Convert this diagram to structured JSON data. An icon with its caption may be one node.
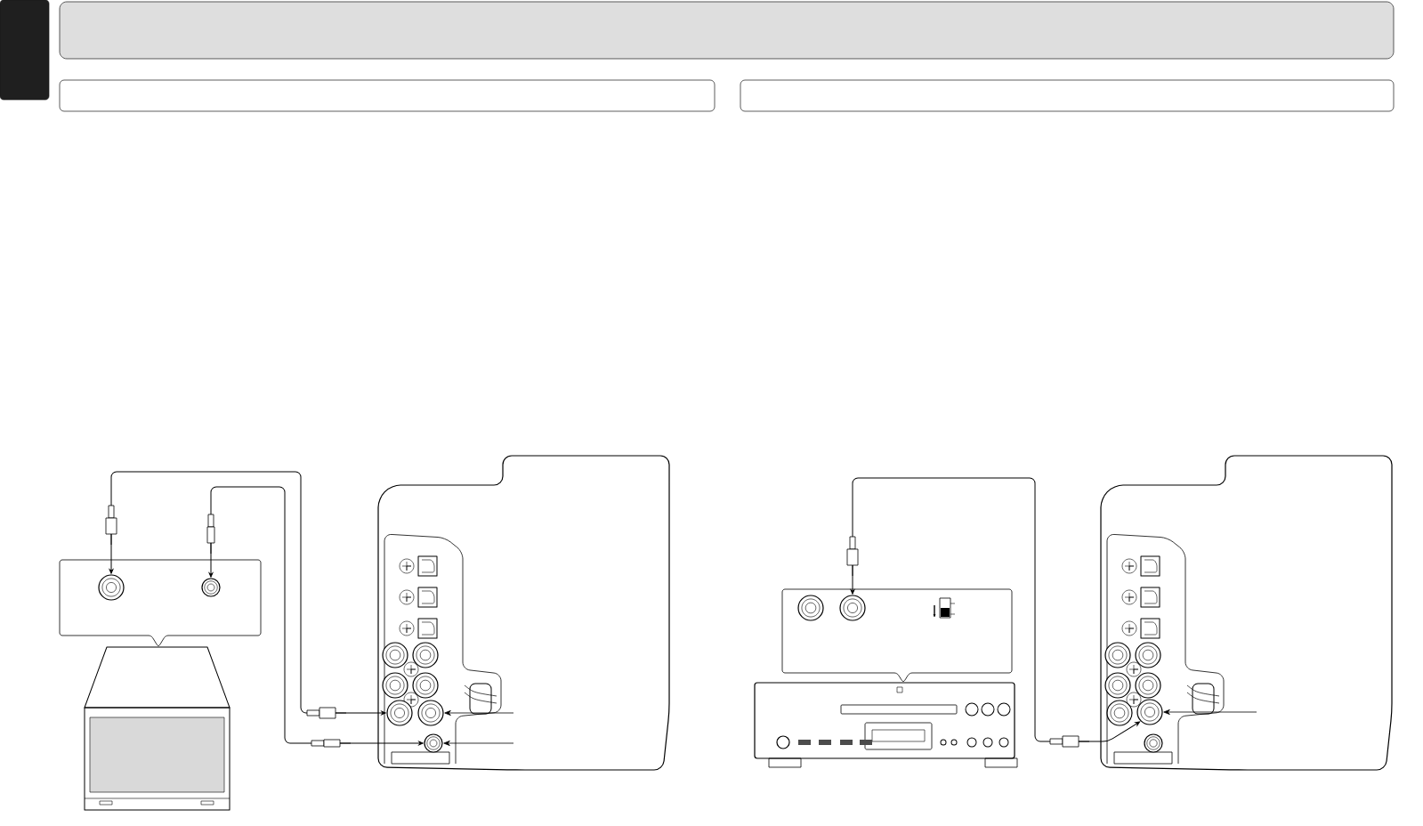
{
  "diagram": {
    "nodes": [
      {
        "text": [],
        "shape": "box"
      },
      {
        "text": [],
        "shape": "box"
      },
      {
        "text": [],
        "shape": "box"
      },
      {
        "text": [],
        "shape": "box"
      },
      {
        "text": [],
        "shape": "circle"
      },
      {
        "text": [],
        "shape": "circle"
      },
      {
        "text": [],
        "shape": "circle"
      },
      {
        "text": [],
        "shape": "circle"
      },
      {
        "text": [],
        "shape": "circle"
      },
      {
        "text": [],
        "shape": "circle"
      },
      {
        "text": [],
        "shape": "circle"
      }
    ],
    "edges": [
      {
        "from": 4,
        "to": 6,
        "arrow": "both"
      },
      {
        "from": 5,
        "to": 8,
        "arrow": "both"
      },
      {
        "from": null,
        "to": 7,
        "arrow": "to"
      },
      {
        "from": null,
        "to": 8,
        "arrow": "to"
      },
      {
        "from": 9,
        "to": 10,
        "arrow": "both"
      },
      {
        "from": null,
        "to": 10,
        "arrow": "to"
      }
    ]
  }
}
